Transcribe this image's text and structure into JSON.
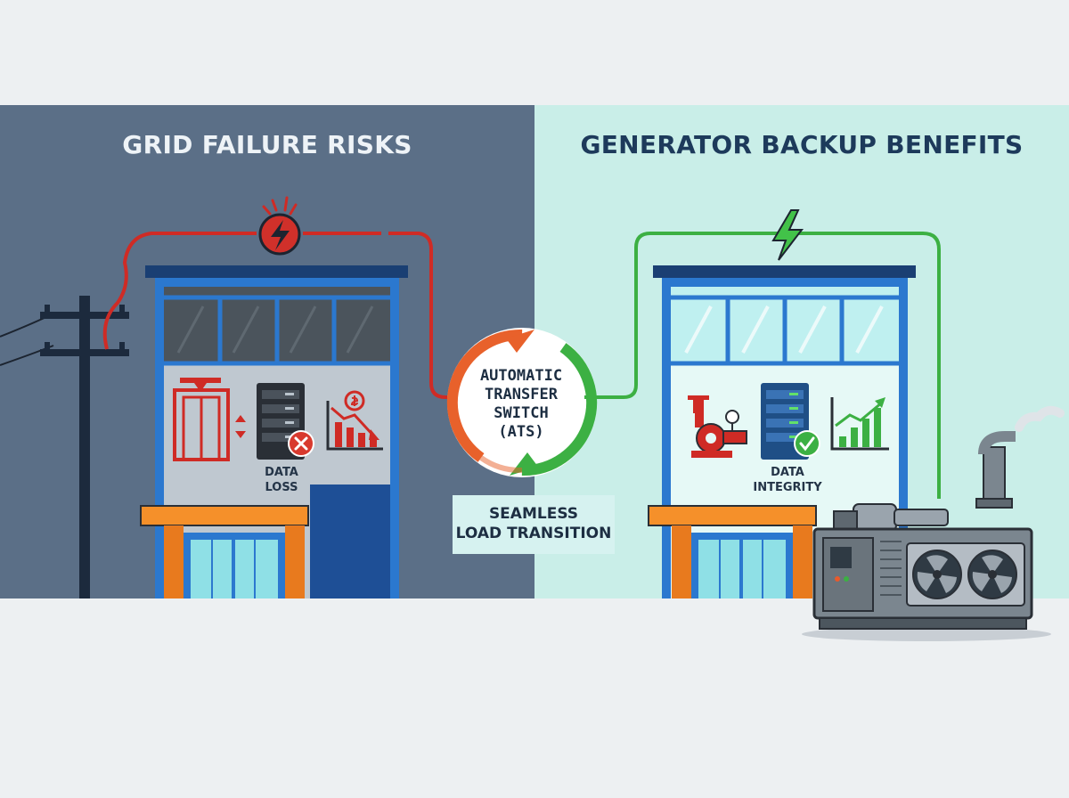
{
  "left_panel": {
    "heading": "GRID FAILURE RISKS",
    "server_label": [
      "DATA",
      "LOSS"
    ],
    "icons": [
      "broken-power-icon",
      "utility-pole-icon",
      "elevator-icon",
      "server-error-icon",
      "falling-revenue-chart-icon"
    ]
  },
  "right_panel": {
    "heading": "GENERATOR BACKUP BENEFITS",
    "server_label": [
      "DATA",
      "INTEGRITY"
    ],
    "icons": [
      "lightning-bolt-icon",
      "water-pump-icon",
      "server-ok-icon",
      "rising-chart-icon",
      "generator-icon"
    ]
  },
  "center": {
    "ats_label": [
      "AUTOMATIC",
      "TRANSFER",
      "SWITCH",
      "(ATS)"
    ],
    "transition_label": [
      "SEAMLESS",
      "LOAD TRANSITION"
    ]
  },
  "colors": {
    "left_bg": "#5b6f87",
    "right_bg": "#c9eee8",
    "failure_red": "#cf2b25",
    "success_green": "#3cb043",
    "arrow_orange": "#e8612b",
    "building_blue": "#1f5fae",
    "awning_orange": "#f5902a"
  }
}
